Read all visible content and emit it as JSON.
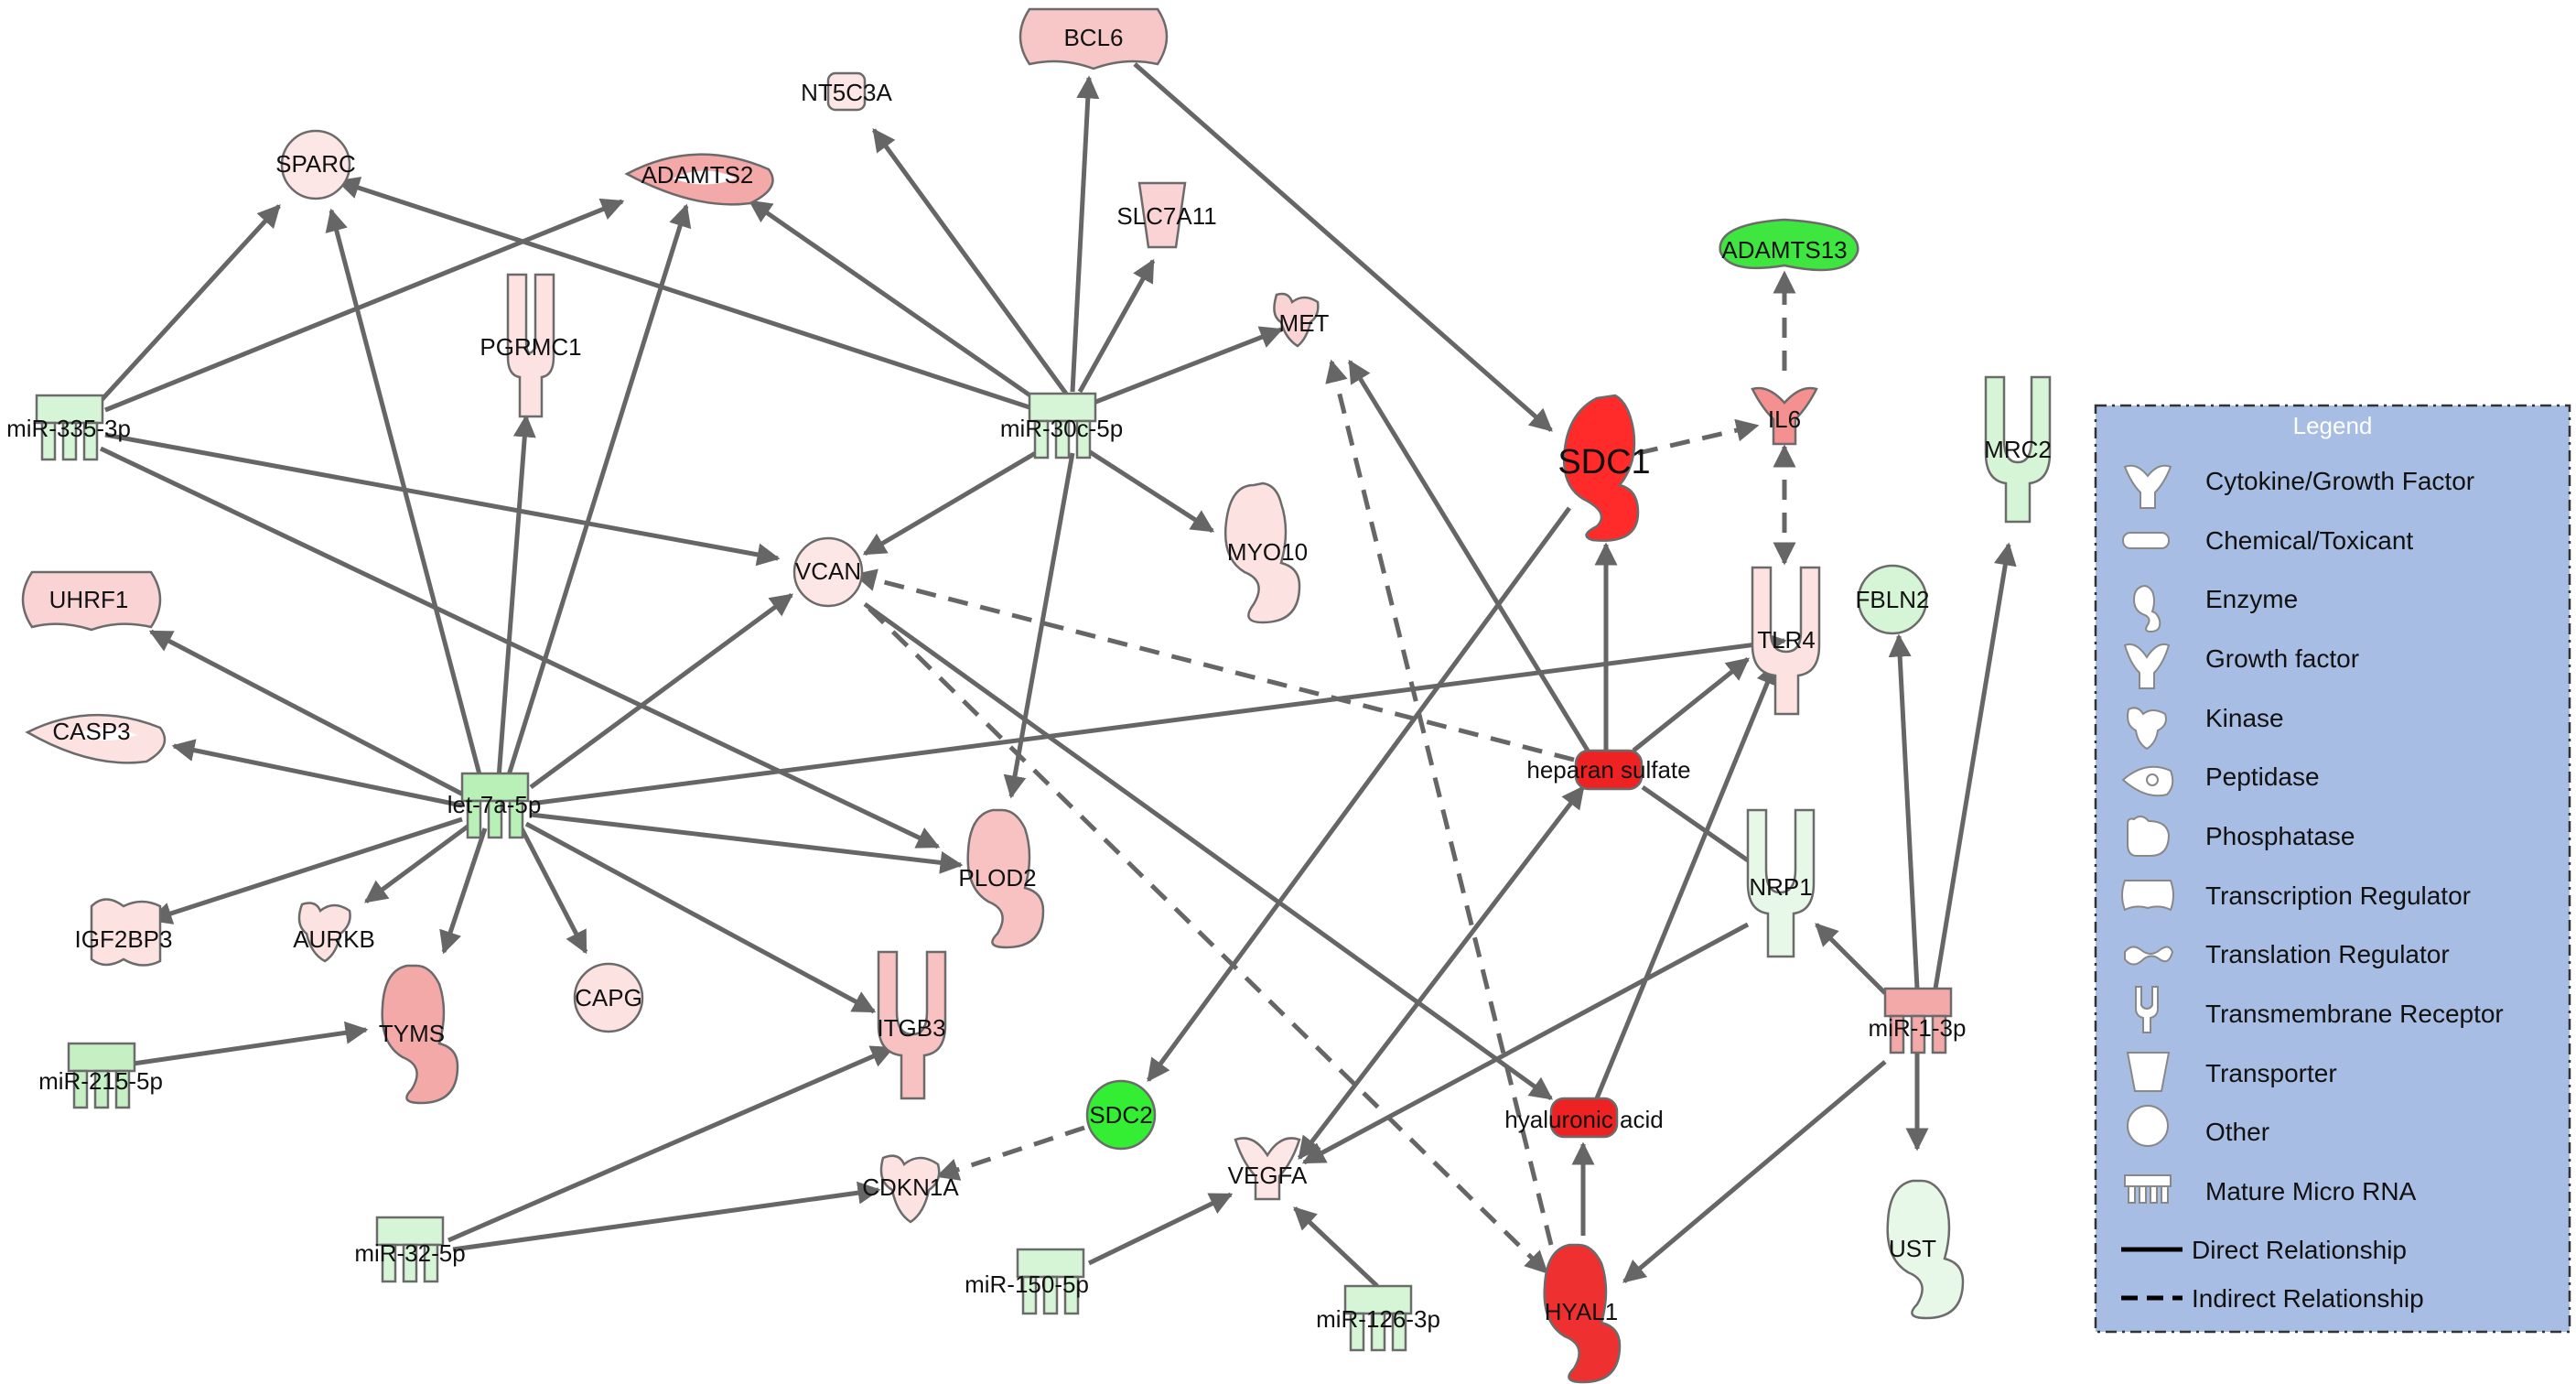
{
  "colors": {
    "strong_red": "#ff3030",
    "light_red": "#f7c7c7",
    "pale_red": "#fde6e6",
    "strong_green": "#33ee33",
    "light_green": "#d6f5d6",
    "pale_green": "#e8f8e8",
    "edge": "#666666",
    "legend_bg": "#a7bde3"
  },
  "nodes": {
    "BCL6": "BCL6",
    "NT5C3A": "NT5C3A",
    "SPARC": "SPARC",
    "ADAMTS2": "ADAMTS2",
    "SLC7A11": "SLC7A11",
    "PGRMC1": "PGRMC1",
    "MET": "MET",
    "ADAMTS13": "ADAMTS13",
    "SDC1": "SDC1",
    "IL6": "IL6",
    "MRC2": "MRC2",
    "miR335": "miR-335-3p",
    "miR30c": "miR-30c-5p",
    "MYO10": "MYO10",
    "VCAN": "VCAN",
    "UHRF1": "UHRF1",
    "FBLN2": "FBLN2",
    "TLR4": "TLR4",
    "CASP3": "CASP3",
    "let7a": "let-7a-5p",
    "heparan": "heparan sulfate",
    "PLOD2": "PLOD2",
    "NRP1": "NRP1",
    "IGF2BP3": "IGF2BP3",
    "AURKB": "AURKB",
    "CAPG": "CAPG",
    "TYMS": "TYMS",
    "ITGB3": "ITGB3",
    "miR1": "miR-1-3p",
    "miR215": "miR-215-5p",
    "SDC2": "SDC2",
    "hyaluronic": "hyaluronic acid",
    "CDKN1A": "CDKN1A",
    "VEGFA": "VEGFA",
    "miR32": "miR-32-5p",
    "miR150": "miR-150-5p",
    "HYAL1": "HYAL1",
    "UST": "UST",
    "miR126": "miR-126-3p"
  },
  "legend": {
    "title": "Legend",
    "items": [
      {
        "icon": "cytokine-icon",
        "label": "Cytokine/Growth Factor"
      },
      {
        "icon": "chemical-icon",
        "label": "Chemical/Toxicant"
      },
      {
        "icon": "enzyme-icon",
        "label": "Enzyme"
      },
      {
        "icon": "growth-factor-icon",
        "label": "Growth factor"
      },
      {
        "icon": "kinase-icon",
        "label": "Kinase"
      },
      {
        "icon": "peptidase-icon",
        "label": "Peptidase"
      },
      {
        "icon": "phosphatase-icon",
        "label": "Phosphatase"
      },
      {
        "icon": "transcription-regulator-icon",
        "label": "Transcription Regulator"
      },
      {
        "icon": "translation-regulator-icon",
        "label": "Translation Regulator"
      },
      {
        "icon": "transmembrane-receptor-icon",
        "label": "Transmembrane Receptor"
      },
      {
        "icon": "transporter-icon",
        "label": "Transporter"
      },
      {
        "icon": "other-icon",
        "label": "Other"
      },
      {
        "icon": "mature-microrna-icon",
        "label": "Mature Micro RNA"
      }
    ],
    "direct": "Direct Relationship",
    "indirect": "Indirect Relationship"
  }
}
